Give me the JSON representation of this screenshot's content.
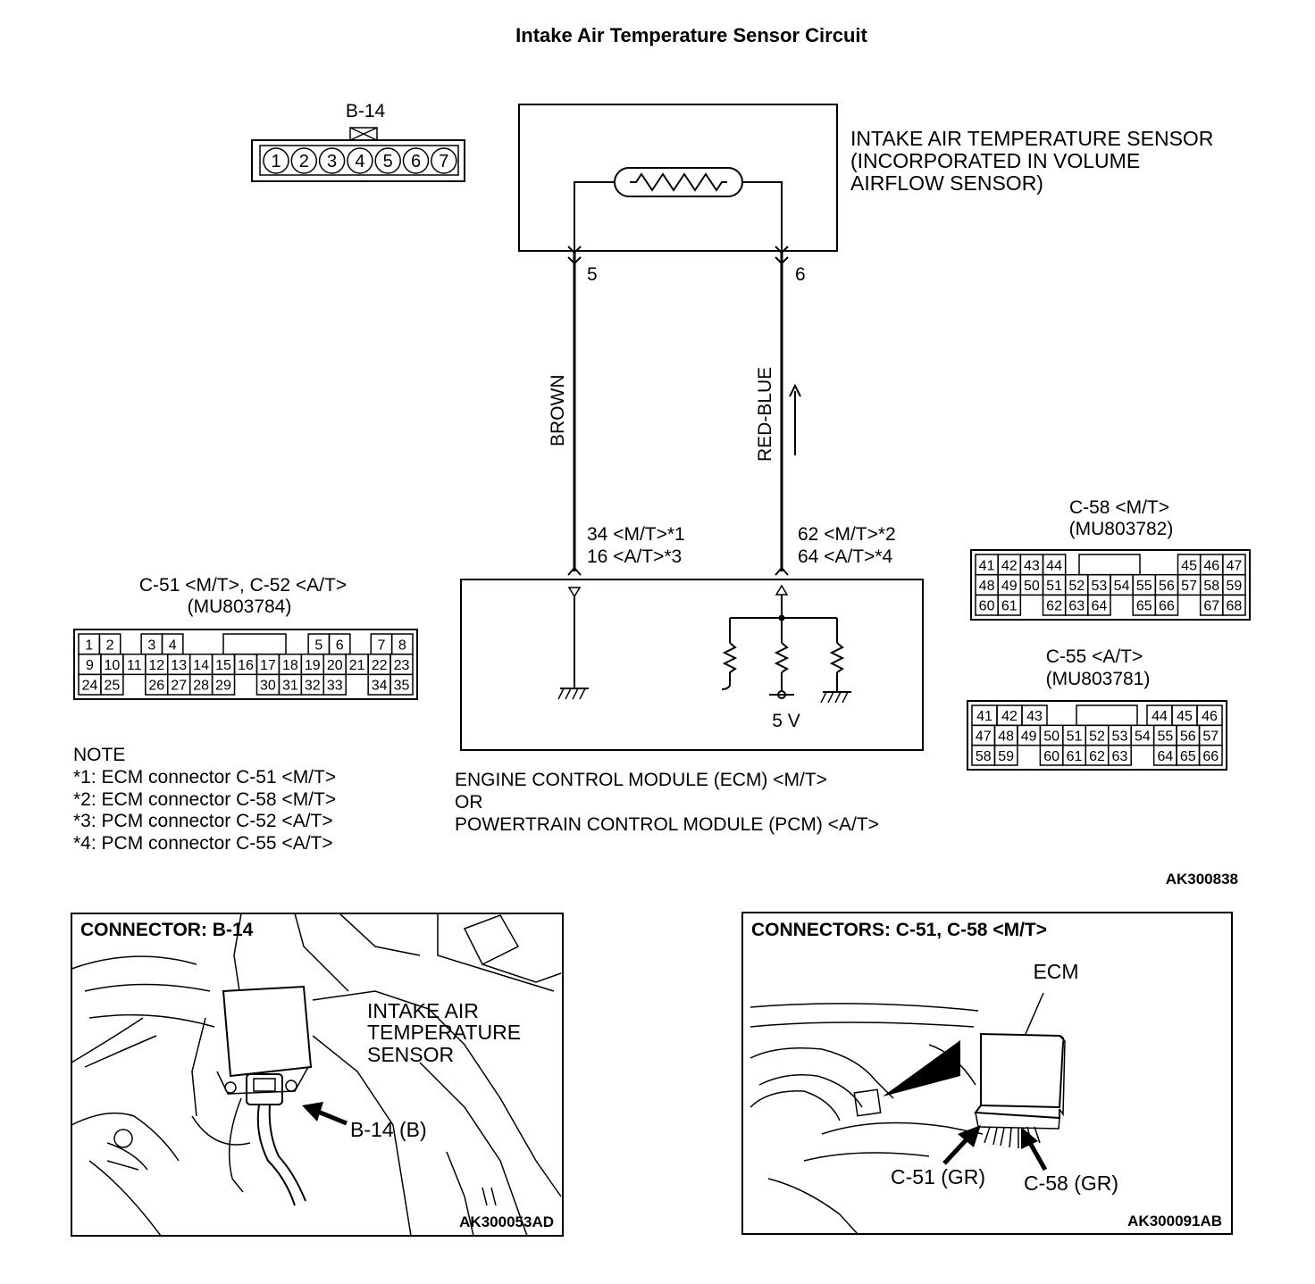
{
  "title": "Intake Air Temperature Sensor Circuit",
  "b14": {
    "label": "B-14",
    "pins": [
      "1",
      "2",
      "3",
      "4",
      "5",
      "6",
      "7"
    ]
  },
  "sensor": {
    "lines": [
      "INTAKE AIR TEMPERATURE SENSOR",
      "(INCORPORATED IN VOLUME",
      "AIRFLOW SENSOR)"
    ],
    "pin_left": "5",
    "pin_right": "6"
  },
  "wires": {
    "left_color": "BROWN",
    "right_color": "RED-BLUE"
  },
  "ecm_pins": {
    "left": [
      "34 <M/T>*1",
      "16 <A/T>*3"
    ],
    "right": [
      "62 <M/T>*2",
      "64 <A/T>*4"
    ]
  },
  "ecm": {
    "voltage": "5 V",
    "lines": [
      "ENGINE CONTROL MODULE (ECM) <M/T>",
      "OR",
      "POWERTRAIN CONTROL MODULE (PCM) <A/T>"
    ]
  },
  "c51": {
    "title": "C-51 <M/T>, C-52 <A/T>",
    "part": "(MU803784)",
    "rows": [
      [
        "1",
        "2",
        "",
        "3",
        "4",
        "",
        "",
        "",
        "",
        "",
        "",
        "5",
        "6",
        "",
        "7",
        "8"
      ],
      [
        "9",
        "10",
        "11",
        "12",
        "13",
        "14",
        "15",
        "16",
        "17",
        "18",
        "19",
        "20",
        "21",
        "22",
        "23"
      ],
      [
        "24",
        "25",
        "",
        "26",
        "27",
        "28",
        "29",
        "",
        "30",
        "31",
        "32",
        "33",
        "",
        "34",
        "35"
      ]
    ]
  },
  "c58": {
    "title": "C-58 <M/T>",
    "part": "(MU803782)",
    "rows": [
      [
        "41",
        "42",
        "43",
        "44",
        "",
        "",
        "",
        "",
        "",
        "45",
        "46",
        "47"
      ],
      [
        "48",
        "49",
        "50",
        "51",
        "52",
        "53",
        "54",
        "55",
        "56",
        "57",
        "58",
        "59"
      ],
      [
        "60",
        "61",
        "",
        "62",
        "63",
        "64",
        "",
        "65",
        "66",
        "",
        "67",
        "68"
      ]
    ]
  },
  "c55": {
    "title": "C-55 <A/T>",
    "part": "(MU803781)",
    "rows": [
      [
        "41",
        "42",
        "43",
        "",
        "",
        "",
        "",
        "44",
        "45",
        "46"
      ],
      [
        "47",
        "48",
        "49",
        "50",
        "51",
        "52",
        "53",
        "54",
        "55",
        "56",
        "57"
      ],
      [
        "58",
        "59",
        "",
        "60",
        "61",
        "62",
        "63",
        "",
        "64",
        "65",
        "66"
      ]
    ]
  },
  "notes": {
    "heading": "NOTE",
    "items": [
      "*1: ECM connector C-51 <M/T>",
      "*2: ECM connector C-58 <M/T>",
      "*3: PCM connector C-52 <A/T>",
      "*4: PCM connector C-55 <A/T>"
    ]
  },
  "diagram_code": "AK300838",
  "panel_left": {
    "title": "CONNECTOR: B-14",
    "callout": [
      "INTAKE AIR",
      "TEMPERATURE",
      "SENSOR"
    ],
    "arrow_label": "B-14 (B)",
    "code": "AK300053AD"
  },
  "panel_right": {
    "title": "CONNECTORS: C-51, C-58 <M/T>",
    "ecm_label": "ECM",
    "label_c51": "C-51 (GR)",
    "label_c58": "C-58 (GR)",
    "code": "AK300091AB"
  }
}
